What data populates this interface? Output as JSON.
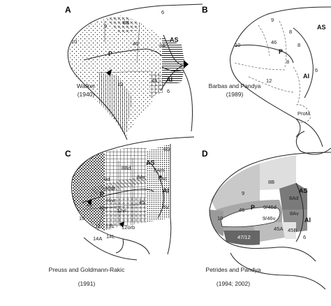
{
  "panels": {
    "a": {
      "letter": "A",
      "caption_lines": [
        "Walker",
        "(1940)"
      ],
      "sulcus_labels": [
        "AS",
        "P",
        "AI"
      ],
      "areas": [
        "8B",
        "9",
        "10",
        "46",
        "8A",
        "45",
        "12",
        "6"
      ]
    },
    "b": {
      "letter": "B",
      "caption_lines": [
        "Barbas and Pandya",
        "(1989)"
      ],
      "sulcus_labels": [
        "AS",
        "P",
        "AI"
      ],
      "areas": [
        "9",
        "10",
        "46",
        "8",
        "8",
        "8",
        "6",
        "12",
        "ProM"
      ]
    },
    "c": {
      "letter": "C",
      "caption_lines": [
        "Preuss and Goldmann-Rakic",
        "(1991)"
      ],
      "sulcus_labels": [
        "AS",
        "P",
        "AI"
      ],
      "areas": [
        "6D",
        "8Bd",
        "9d",
        "46dr",
        "46vr",
        "46v",
        "8Am",
        "8Ar",
        "8Ac",
        "12vl",
        "45",
        "46",
        "10",
        "11",
        "13L",
        "12orb",
        "14A",
        "14L",
        "6V"
      ]
    },
    "d": {
      "letter": "D",
      "caption_lines": [
        "Petrides and Pandya",
        "(1994; 2002)"
      ],
      "sulcus_labels": [
        "AS",
        "P",
        "AI"
      ],
      "areas": [
        "8B",
        "9",
        "8Ad",
        "46",
        "9/46d",
        "9/46v",
        "8Av",
        "10",
        "45A",
        "45B",
        "47/12",
        "6"
      ]
    }
  }
}
